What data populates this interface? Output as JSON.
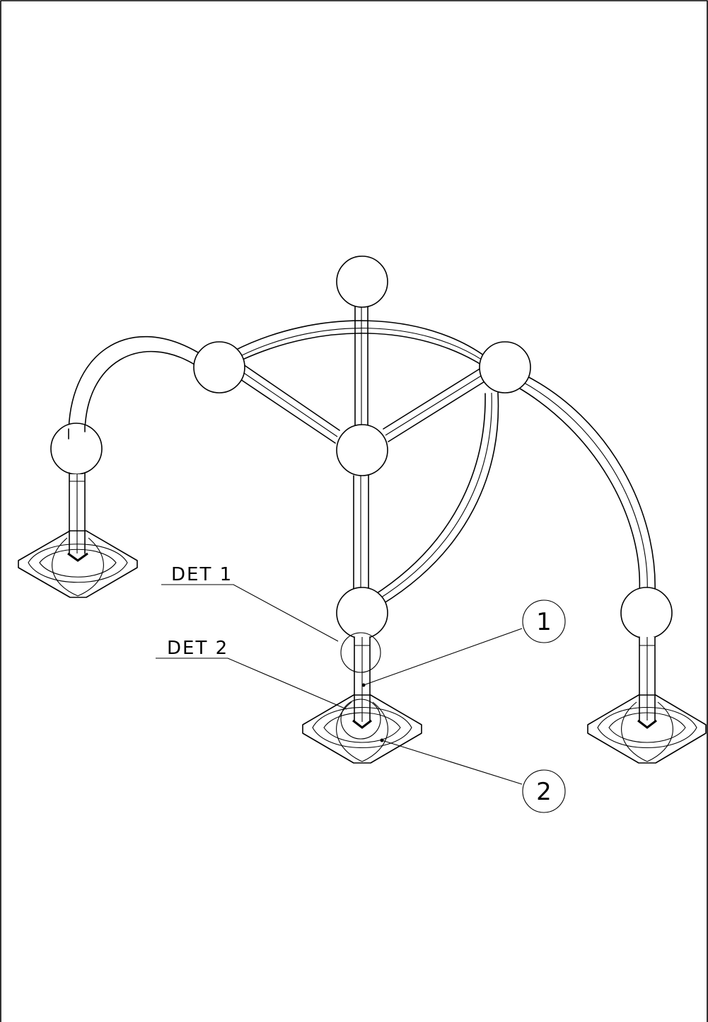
{
  "callouts": {
    "det1": "DET 1",
    "det2": "DET 2",
    "item1": "1",
    "item2": "2"
  }
}
